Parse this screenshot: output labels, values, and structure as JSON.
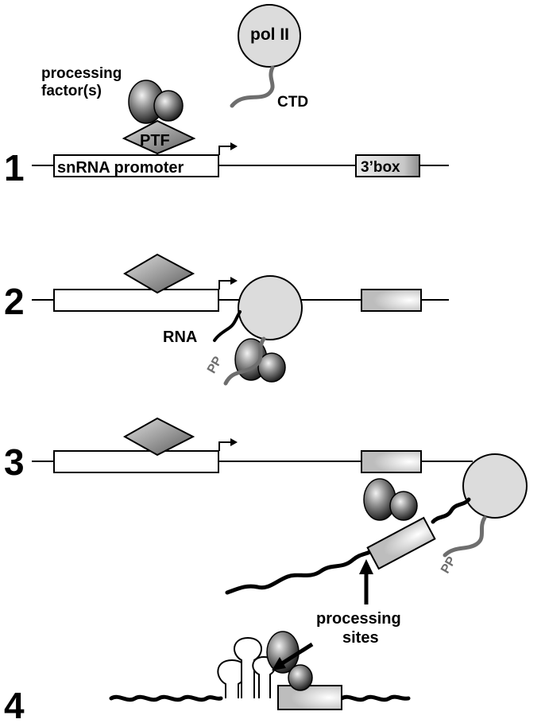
{
  "steps": {
    "one": "1",
    "two": "2",
    "three": "3",
    "four": "4"
  },
  "labels": {
    "pol_ii": "pol II",
    "processing_factors_line1": "processing",
    "processing_factors_line2": "factor(s)",
    "ctd": "CTD",
    "ptf": "PTF",
    "snrna_promoter": "snRNA promoter",
    "three_box": "3’box",
    "rna": "RNA",
    "pp_step2": "PP",
    "pp_step3": "PP",
    "processing_sites_line1": "processing",
    "processing_sites_line2": "sites"
  },
  "colors": {
    "background": "#ffffff",
    "line": "#000000",
    "pol_fill": "#dcdcdc",
    "ctd_tail": "#6e6e6e",
    "factor_dark": "#1a1a1a",
    "box_gray": "#b4b4b4"
  }
}
